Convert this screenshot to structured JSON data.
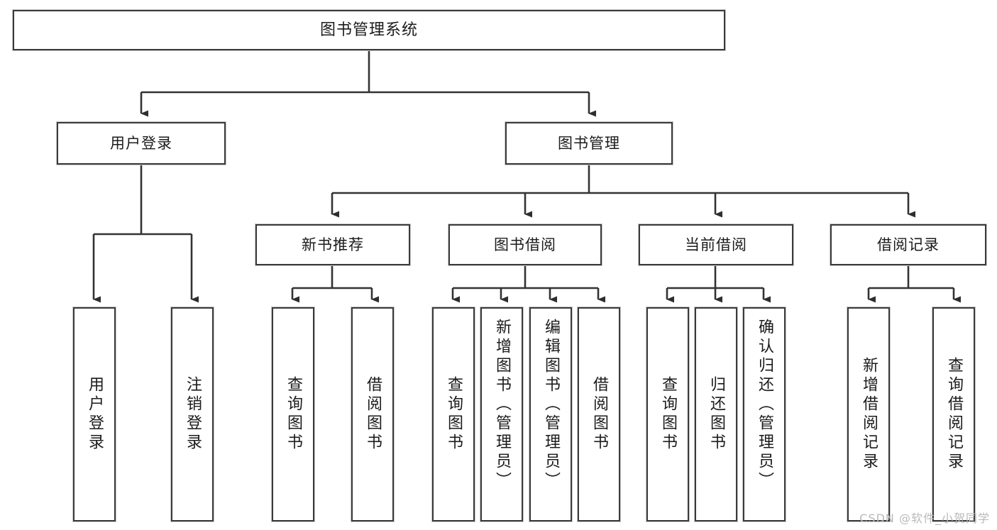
{
  "diagram": {
    "title": "图书管理系统",
    "watermark": "CSDN @软件_小贺同学",
    "colors": {
      "border": "#3a3a3a",
      "background": "#ffffff",
      "text": "#1b1b1b",
      "connector": "#333333",
      "watermark": "#b9b9b9"
    },
    "root": {
      "label": "图书管理系统"
    },
    "level1": [
      {
        "label": "用户登录"
      },
      {
        "label": "图书管理"
      }
    ],
    "level2": [
      {
        "label": "新书推荐"
      },
      {
        "label": "图书借阅"
      },
      {
        "label": "当前借阅"
      },
      {
        "label": "借阅记录"
      }
    ],
    "leaves": {
      "user_login": [
        {
          "label": "用户登录"
        },
        {
          "label": "注销登录"
        }
      ],
      "new_book_recommend": [
        {
          "label": "查询图书"
        },
        {
          "label": "借阅图书"
        }
      ],
      "book_borrow": [
        {
          "label": "查询图书"
        },
        {
          "label": "新增图书（管理员）"
        },
        {
          "label": "编辑图书（管理员）"
        },
        {
          "label": "借阅图书"
        }
      ],
      "current_borrow": [
        {
          "label": "查询图书"
        },
        {
          "label": "归还图书"
        },
        {
          "label": "确认归还（管理员）"
        }
      ],
      "borrow_record": [
        {
          "label": "新增借阅记录"
        },
        {
          "label": "查询借阅记录"
        }
      ]
    }
  }
}
